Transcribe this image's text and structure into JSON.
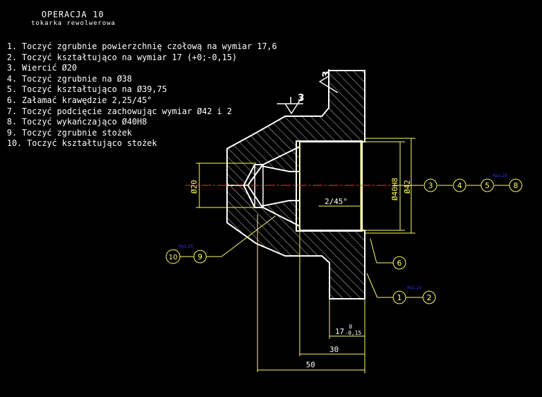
{
  "header": {
    "title": "OPERACJA 10",
    "subtitle": "tokarka rewolwerowa"
  },
  "operations": [
    "1. Toczyć zgrubnie powierzchnię czołową na wymiar 17,6",
    "2. Toczyć kształtująco na wymiar 17 (+0;-0,15)",
    "3. Wiercić Ø20",
    "4. Toczyć zgrubnie na Ø38",
    "5. Toczyć kształtująco na Ø39,75",
    "6. Załamać krawędzie 2,25/45°",
    "7. Toczyć podcięcie zachowując wymiar Ø42 i 2",
    "8. Toczyć wykańczająco Ø40H8",
    "9. Toczyć zgrubnie stożek",
    "10. Toczyć kształtująco stożek"
  ],
  "dimensions": {
    "diameter_20": "Ø20",
    "diameter_40H8": "Ø40H8",
    "diameter_42": "Ø42",
    "chamfer": "2/45°",
    "length_17": "17",
    "tol_upper": "0",
    "tol_lower": "-0,15",
    "length_30": "30",
    "length_50": "50"
  },
  "roughness": {
    "top_value": "3",
    "right_value": "3",
    "small_label": "Ra1,25"
  },
  "callouts": {
    "b3": "3",
    "b4": "4",
    "b5": "5",
    "b8": "8",
    "b6": "6",
    "b1": "1",
    "b2": "2",
    "b10": "10",
    "b9": "9"
  },
  "colors": {
    "background": "#000000",
    "outline": "#ffffff",
    "dimension": "#ffff66",
    "callout": "#ffff66",
    "centerline": "#ff3333",
    "annotation": "#3333ff"
  }
}
